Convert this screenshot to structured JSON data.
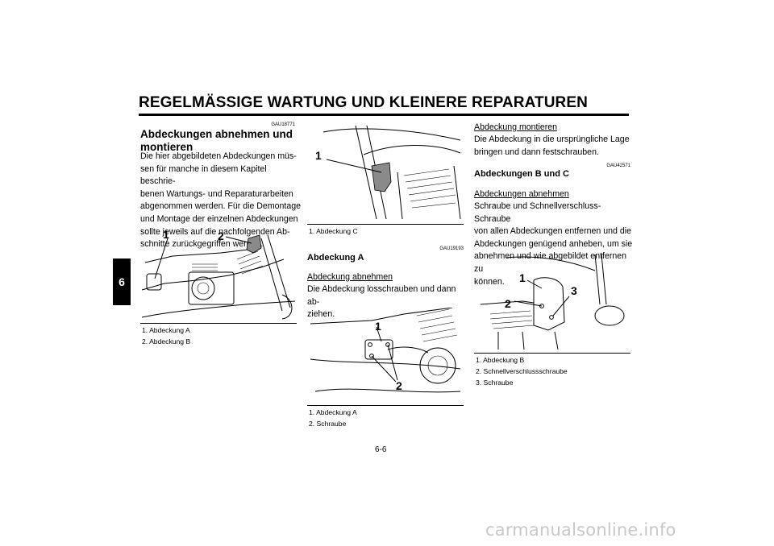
{
  "header": {
    "title": "REGELMÄSSIGE WARTUNG UND KLEINERE REPARATUREN"
  },
  "chapter_tab": "6",
  "page_number": "6-6",
  "watermark": "carmanualsonline.info",
  "col1": {
    "code": "GAU18771",
    "heading_line1": "Abdeckungen abnehmen und",
    "heading_line2": "montieren",
    "body": [
      "Die hier abgebildeten Abdeckungen müs-",
      "sen für manche in diesem Kapitel beschrie-",
      "benen Wartungs- und Reparaturarbeiten",
      "abgenommen werden. Für die Demontage",
      "und Montage der einzelnen Abdeckungen",
      "sollte jeweils auf die nachfolgenden Ab-",
      "schnitte zurückgegriffen werden."
    ],
    "figure": {
      "callouts": [
        "1",
        "2"
      ]
    },
    "captions": [
      "1. Abdeckung A",
      "2. Abdeckung B"
    ]
  },
  "col2": {
    "figure_top": {
      "callouts": [
        "1"
      ]
    },
    "caption_top": [
      "1. Abdeckung C"
    ],
    "code": "GAU19193",
    "subheading": "Abdeckung A",
    "remove_label": "Abdeckung abnehmen",
    "remove_text": [
      "Die Abdeckung losschrauben und dann ab-",
      "ziehen."
    ],
    "figure_bottom": {
      "callouts": [
        "1",
        "2"
      ]
    },
    "captions_bottom": [
      "1. Abdeckung A",
      "2. Schraube"
    ]
  },
  "col3": {
    "install_label": "Abdeckung montieren",
    "install_text": [
      "Die Abdeckung in die ursprüngliche Lage",
      "bringen und dann festschrauben."
    ],
    "code": "GAU42571",
    "subheading": "Abdeckungen B und C",
    "remove_label": "Abdeckungen abnehmen",
    "remove_text": [
      "Schraube und Schnellverschluss-Schraube",
      "von allen Abdeckungen entfernen und die",
      "Abdeckungen genügend anheben, um sie",
      "abnehmen und wie abgebildet entfernen zu",
      "können."
    ],
    "figure": {
      "callouts": [
        "1",
        "2",
        "3"
      ]
    },
    "captions": [
      "1. Abdeckung B",
      "2. Schnellverschlussschraube",
      "3. Schraube"
    ]
  }
}
